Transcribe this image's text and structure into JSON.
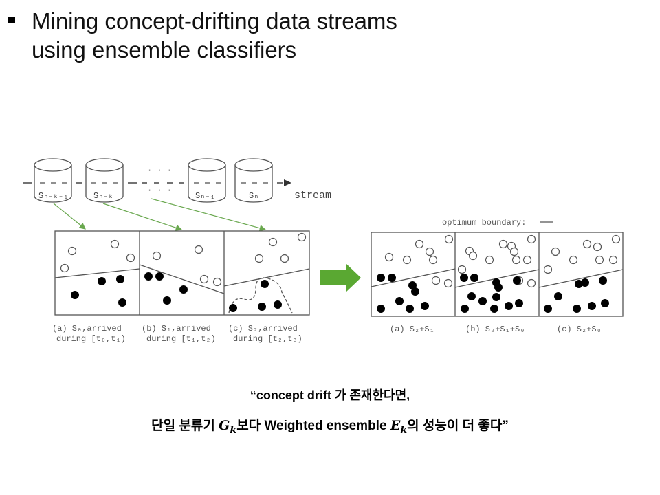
{
  "slide": {
    "bullet_lines": [
      "Mining concept-drifting data streams",
      "using ensemble classifiers"
    ]
  },
  "stream": {
    "labels": [
      "Sₙ₋ₖ₋₁",
      "Sₙ₋ₖ",
      "Sₙ₋₁",
      "Sₙ"
    ],
    "ellipsis": "· · ·",
    "stream_label": "stream"
  },
  "left_panels": {
    "captions": [
      [
        "(a) S₀,arrived",
        "during [t₀,t₁)"
      ],
      [
        "(b) S₁,arrived",
        "during [t₁,t₂)"
      ],
      [
        "(c) S₂,arrived",
        "during [t₂,t₃)"
      ]
    ]
  },
  "right_panels": {
    "legend": "optimum boundary:",
    "captions": [
      "(a) S₂+S₁",
      "(b) S₂+S₁+S₀",
      "(c) S₂+S₀"
    ]
  },
  "caption": {
    "line1": "“concept drift 가 존재한다면,",
    "line2_a": "단일 분류기 ",
    "g_symbol": "G",
    "g_sub": "k",
    "line2_b": "보다 Weighted ensemble ",
    "e_symbol": "E",
    "e_sub": "k",
    "line2_c": "의 성능이 더 좋다”"
  },
  "colors": {
    "arrow_green": "#5aa832",
    "line_gray": "#555555",
    "connector_green": "#6aa84f"
  }
}
